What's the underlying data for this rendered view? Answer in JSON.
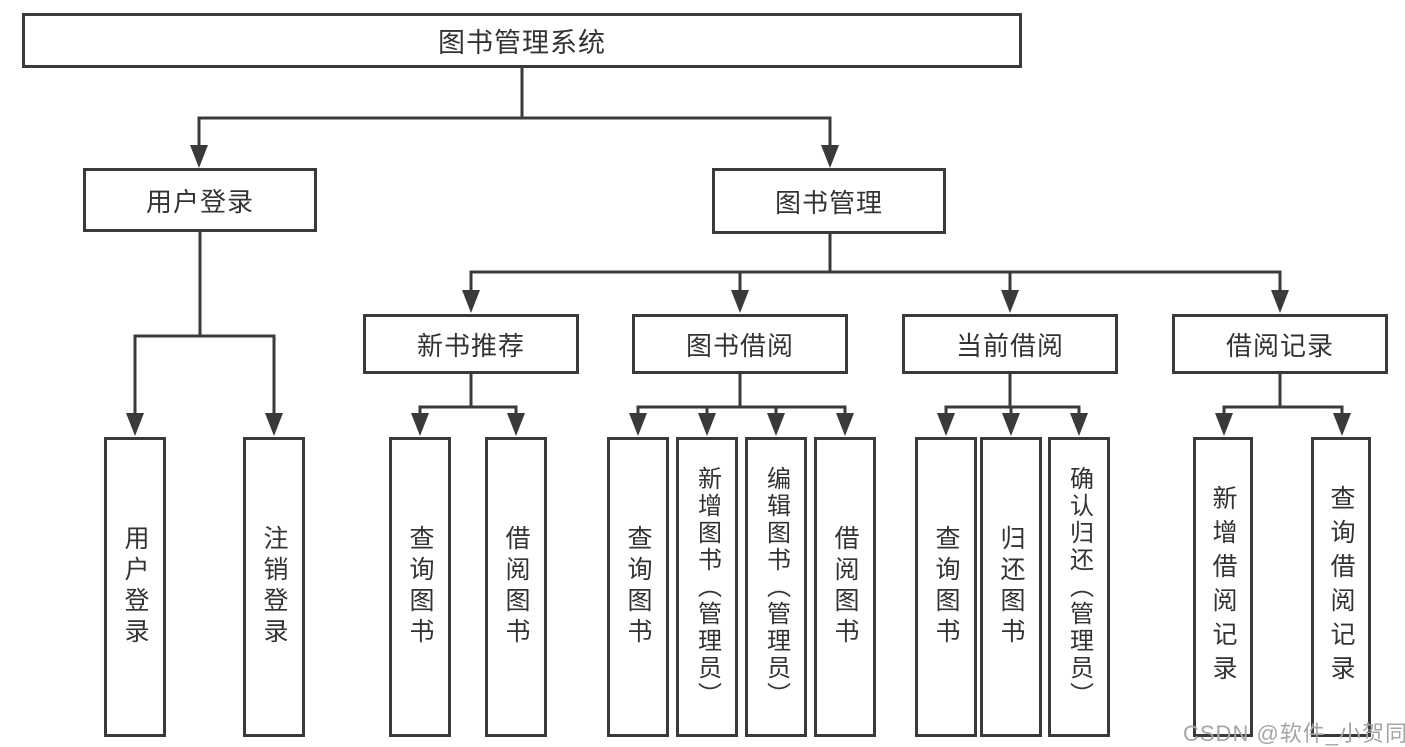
{
  "tree": {
    "root": {
      "label": "图书管理系统"
    },
    "branches": [
      {
        "label": "用户登录",
        "children": [
          {
            "label": "用户登录"
          },
          {
            "label": "注销登录"
          }
        ]
      },
      {
        "label": "图书管理",
        "children": [
          {
            "label": "新书推荐",
            "children": [
              {
                "label": "查询图书"
              },
              {
                "label": "借阅图书"
              }
            ]
          },
          {
            "label": "图书借阅",
            "children": [
              {
                "label": "查询图书"
              },
              {
                "label": "新增图书（管理员）"
              },
              {
                "label": "编辑图书（管理员）"
              },
              {
                "label": "借阅图书"
              }
            ]
          },
          {
            "label": "当前借阅",
            "children": [
              {
                "label": "查询图书"
              },
              {
                "label": "归还图书"
              },
              {
                "label": "确认归还（管理员）"
              }
            ]
          },
          {
            "label": "借阅记录",
            "children": [
              {
                "label": "新增借阅记录"
              },
              {
                "label": "查询借阅记录"
              }
            ]
          }
        ]
      }
    ]
  },
  "watermark": {
    "text": "CSDN @软件_小贺同学"
  },
  "colors": {
    "line": "#3a3a3a",
    "box_border": "#3a3a3a",
    "box_fill": "#ffffff",
    "text": "#333333",
    "watermark": "#a5a5a5"
  }
}
